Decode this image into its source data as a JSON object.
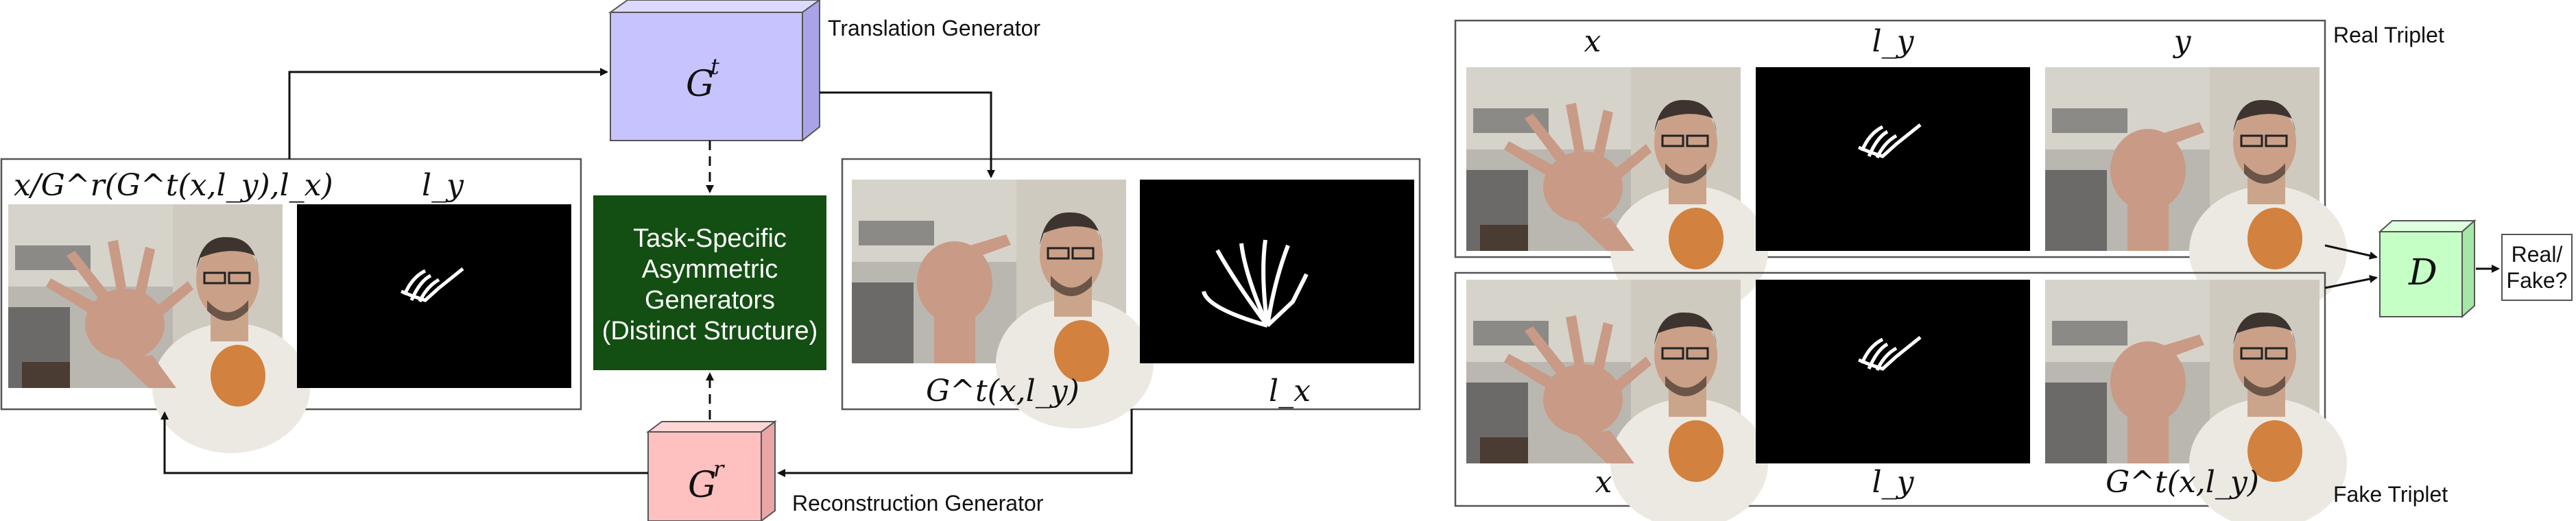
{
  "colors": {
    "translation_generator": "#c7c3ff",
    "reconstruction_generator": "#ffc0c0",
    "discriminator": "#c6ffc6",
    "task_block": "#134e12",
    "mask_bg": "#000000"
  },
  "left": {
    "input_label": "x/G^r(G^t(x,l_y),l_x)",
    "target_pose_label": "l_y",
    "output_label": "G^t(x,l_y)",
    "source_pose_label": "l_x"
  },
  "generators": {
    "translation": {
      "symbol": "G",
      "sup": "t",
      "caption": "Translation Generator"
    },
    "reconstruction": {
      "symbol": "G",
      "sup": "r",
      "caption": "Reconstruction Generator"
    }
  },
  "task_block": {
    "lines": [
      "Task-Specific",
      "Asymmetric",
      "Generators",
      "(Distinct Structure)"
    ]
  },
  "right": {
    "real_triplet": {
      "title": "Real Triplet",
      "labels": [
        "x",
        "l_y",
        "y"
      ]
    },
    "fake_triplet": {
      "title": "Fake Triplet",
      "labels": [
        "x",
        "l_y",
        "G^t(x,l_y)"
      ]
    },
    "discriminator": {
      "symbol": "D"
    },
    "output": {
      "lines": [
        "Real/",
        "Fake?"
      ]
    }
  }
}
